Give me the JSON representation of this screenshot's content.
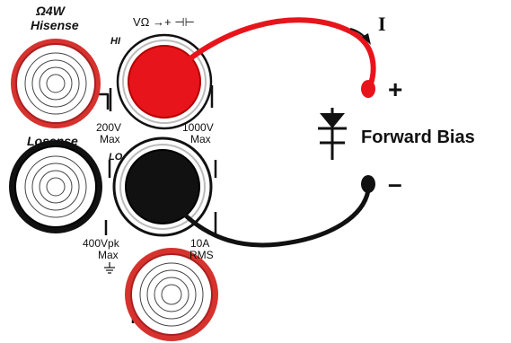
{
  "terminals": {
    "sense_hi": {
      "line1": "Ω4W",
      "line2": "Hisense"
    },
    "hi": {
      "symbols": "VΩ →+ ⊣⊢",
      "label": "HI"
    },
    "sense_lo": {
      "label": "Losense"
    },
    "lo": {
      "label": "LO"
    },
    "current": {
      "label_top": "10A",
      "label_bottom": "RMS"
    }
  },
  "ratings": {
    "sense_max_top": "200V",
    "sense_max_bottom": "Max",
    "main_max_top": "1000V",
    "main_max_bottom": "Max",
    "ground_max_top": "400Vpk",
    "ground_max_bottom": "Max"
  },
  "circuit": {
    "current_label": "I",
    "plus_label": "+",
    "minus_label": "–",
    "caption": "Forward Bias"
  },
  "colors": {
    "red_lead": "#e8141b",
    "black_lead": "#111111",
    "terminal_red": "#e8141b",
    "terminal_black": "#111111"
  }
}
